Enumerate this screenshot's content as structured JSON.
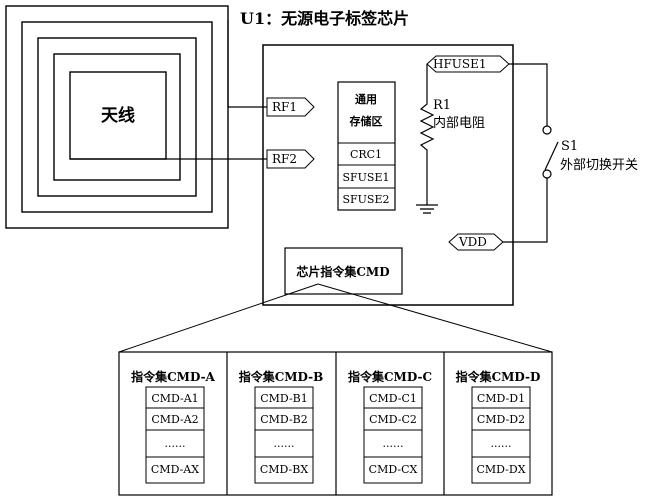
{
  "title": "U1：无源电子标签芯片",
  "antenna": {
    "label": "天线"
  },
  "ports": {
    "rf1": "RF1",
    "rf2": "RF2",
    "hfuse1": "HFUSE1",
    "vdd": "VDD"
  },
  "storage": {
    "header_line1": "通用",
    "header_line2": "存储区",
    "cells": [
      "CRC1",
      "SFUSE1",
      "SFUSE2"
    ]
  },
  "resistor": {
    "name": "R1",
    "desc": "内部电阻"
  },
  "switch": {
    "name": "S1",
    "desc": "外部切换开关"
  },
  "cmd_box": {
    "label": "芯片指令集CMD"
  },
  "cmd_groups": [
    {
      "title": "指令集CMD-A",
      "items": [
        "CMD-A1",
        "CMD-A2",
        "......",
        "CMD-AX"
      ]
    },
    {
      "title": "指令集CMD-B",
      "items": [
        "CMD-B1",
        "CMD-B2",
        "......",
        "CMD-BX"
      ]
    },
    {
      "title": "指令集CMD-C",
      "items": [
        "CMD-C1",
        "CMD-C2",
        "......",
        "CMD-CX"
      ]
    },
    {
      "title": "指令集CMD-D",
      "items": [
        "CMD-D1",
        "CMD-D2",
        "......",
        "CMD-DX"
      ]
    }
  ]
}
